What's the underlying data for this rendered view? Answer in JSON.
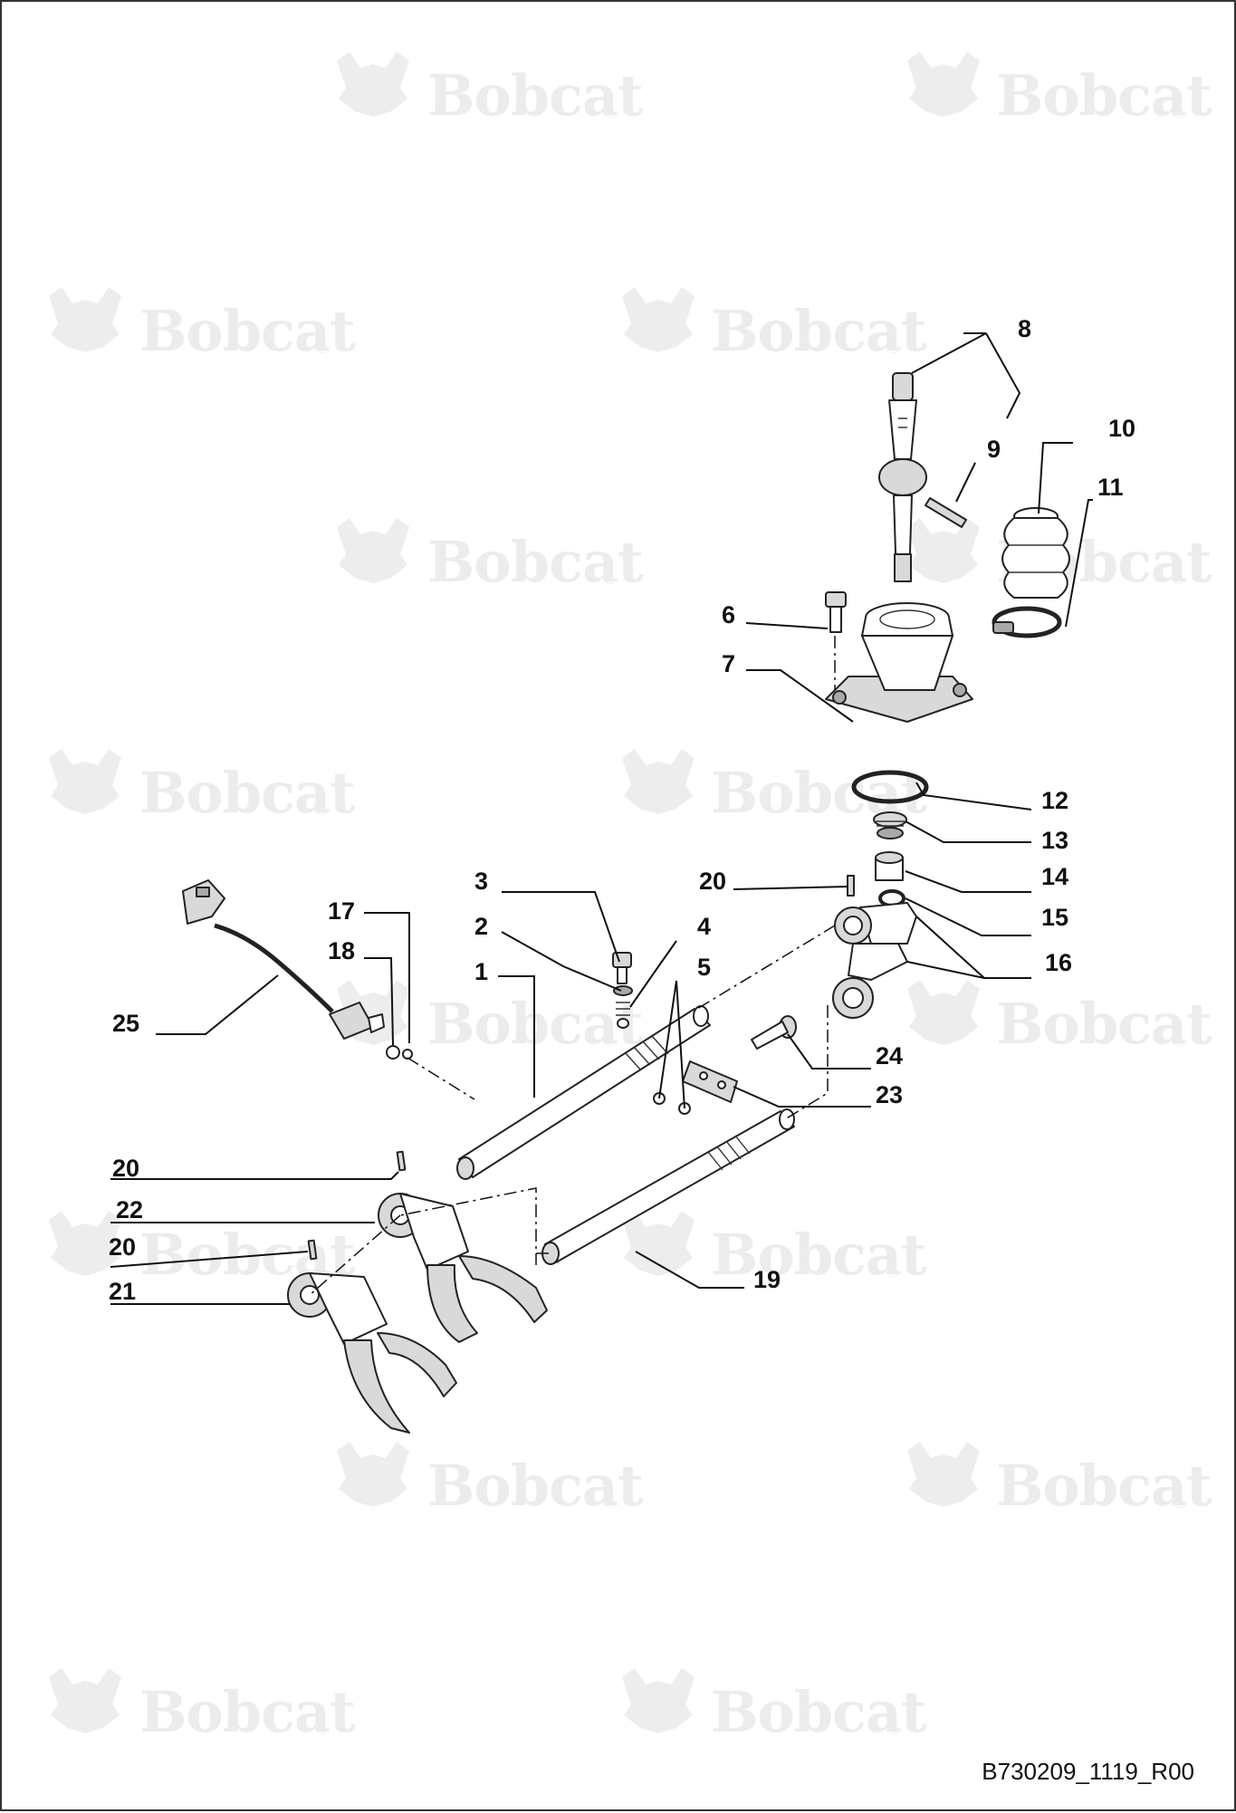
{
  "watermark": {
    "brand": "Bobcat",
    "registered_mark": "®"
  },
  "callouts": {
    "c1": "1",
    "c2": "2",
    "c3": "3",
    "c4": "4",
    "c5": "5",
    "c6": "6",
    "c7": "7",
    "c8": "8",
    "c9": "9",
    "c10": "10",
    "c11": "11",
    "c12": "12",
    "c13": "13",
    "c14": "14",
    "c15": "15",
    "c16": "16",
    "c17": "17",
    "c18": "18",
    "c19": "19",
    "c20a": "20",
    "c20b": "20",
    "c20c": "20",
    "c21": "21",
    "c22": "22",
    "c23": "23",
    "c24": "24",
    "c25": "25"
  },
  "document_id": "B730209_1119_R00",
  "colors": {
    "line": "#111111",
    "watermark": "#ececec",
    "frame": "#333333"
  }
}
